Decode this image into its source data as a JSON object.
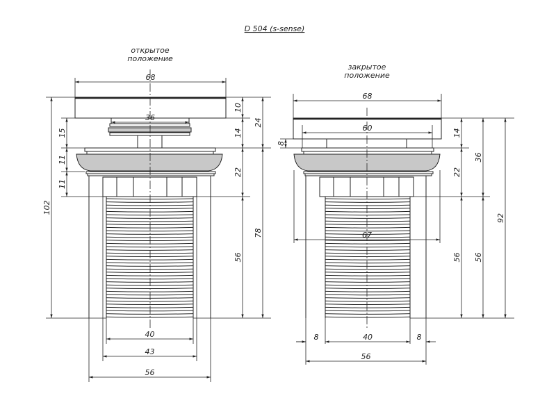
{
  "title": "D 504 (s-sense)",
  "open_view": {
    "caption_line1": "открытое",
    "caption_line2": "положение",
    "dims": {
      "cap_width": "68",
      "plug_width": "36",
      "total_height": "102",
      "plug_gap": "15",
      "flange_h1": "11",
      "flange_h2": "11",
      "cap_h": "10",
      "plug_h": "14",
      "flange_h": "22",
      "thread_h": "56",
      "top_h": "24",
      "body_h": "78",
      "thread_d": "40",
      "nut_d": "43",
      "body_d": "56"
    }
  },
  "closed_view": {
    "caption_line1": "закрытое",
    "caption_line2": "положение",
    "dims": {
      "cap_width": "68",
      "inner_width": "60",
      "gap": "8",
      "flange_d": "67",
      "cap_h": "14",
      "flange_h": "22",
      "thread_h": "56",
      "top_h": "36",
      "thread_h2": "56",
      "total_height": "92",
      "left_off": "8",
      "thread_d": "40",
      "right_off": "8",
      "body_d": "56"
    }
  }
}
